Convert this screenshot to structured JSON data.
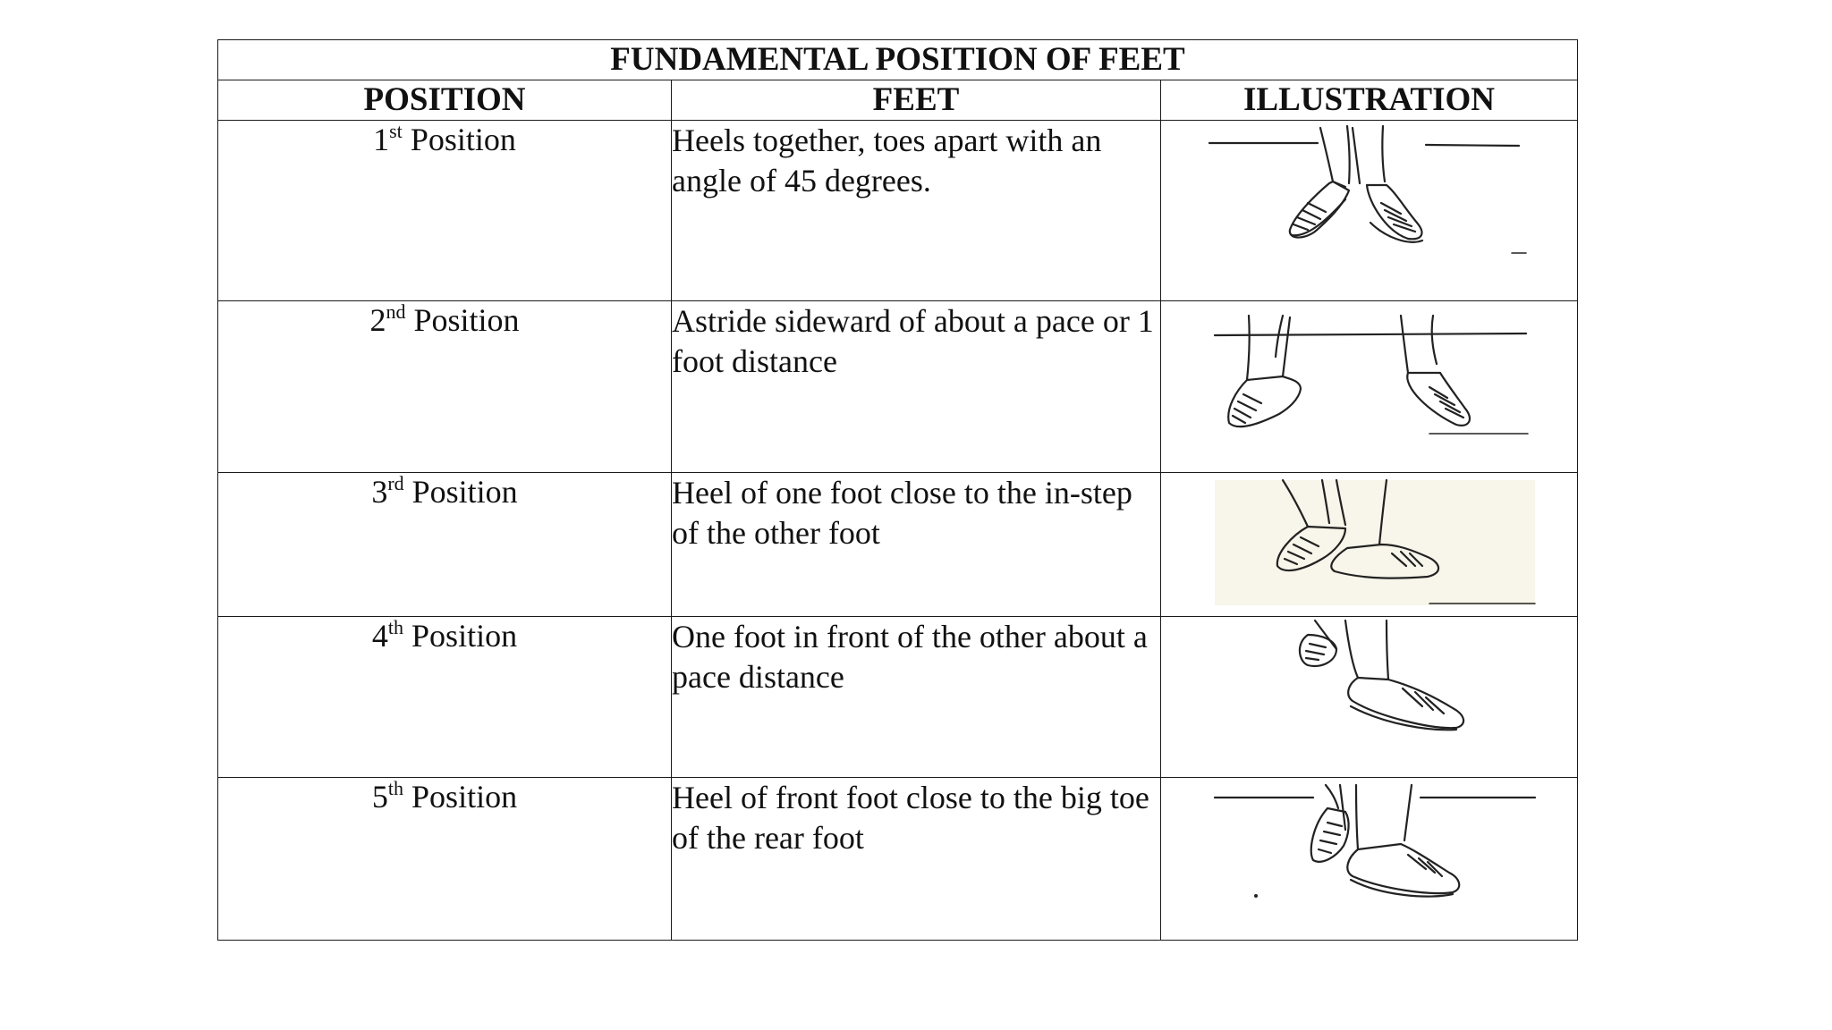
{
  "table": {
    "title": "FUNDAMENTAL POSITION OF FEET",
    "headers": [
      "POSITION",
      "FEET",
      "ILLUSTRATION"
    ],
    "rows": [
      {
        "num": "1",
        "suffix": "st",
        "label": "Position",
        "description": "Heels together, toes apart with an angle of 45 degrees.",
        "illustration": "feet-first-position-drawing"
      },
      {
        "num": "2",
        "suffix": "nd",
        "label": "Position",
        "description": "Astride sideward of about a pace or 1 foot distance",
        "illustration": "feet-second-position-drawing"
      },
      {
        "num": "3",
        "suffix": "rd",
        "label": "Position",
        "description": "Heel of one foot close to the in-step of the other foot",
        "illustration": "feet-third-position-drawing"
      },
      {
        "num": "4",
        "suffix": "th",
        "label": "Position",
        "description": "One foot  in front of the other about a pace distance",
        "illustration": "feet-fourth-position-drawing"
      },
      {
        "num": "5",
        "suffix": "th",
        "label": "Position",
        "description": "Heel of front foot close to the big toe of the rear foot",
        "illustration": "feet-fifth-position-drawing"
      }
    ]
  }
}
